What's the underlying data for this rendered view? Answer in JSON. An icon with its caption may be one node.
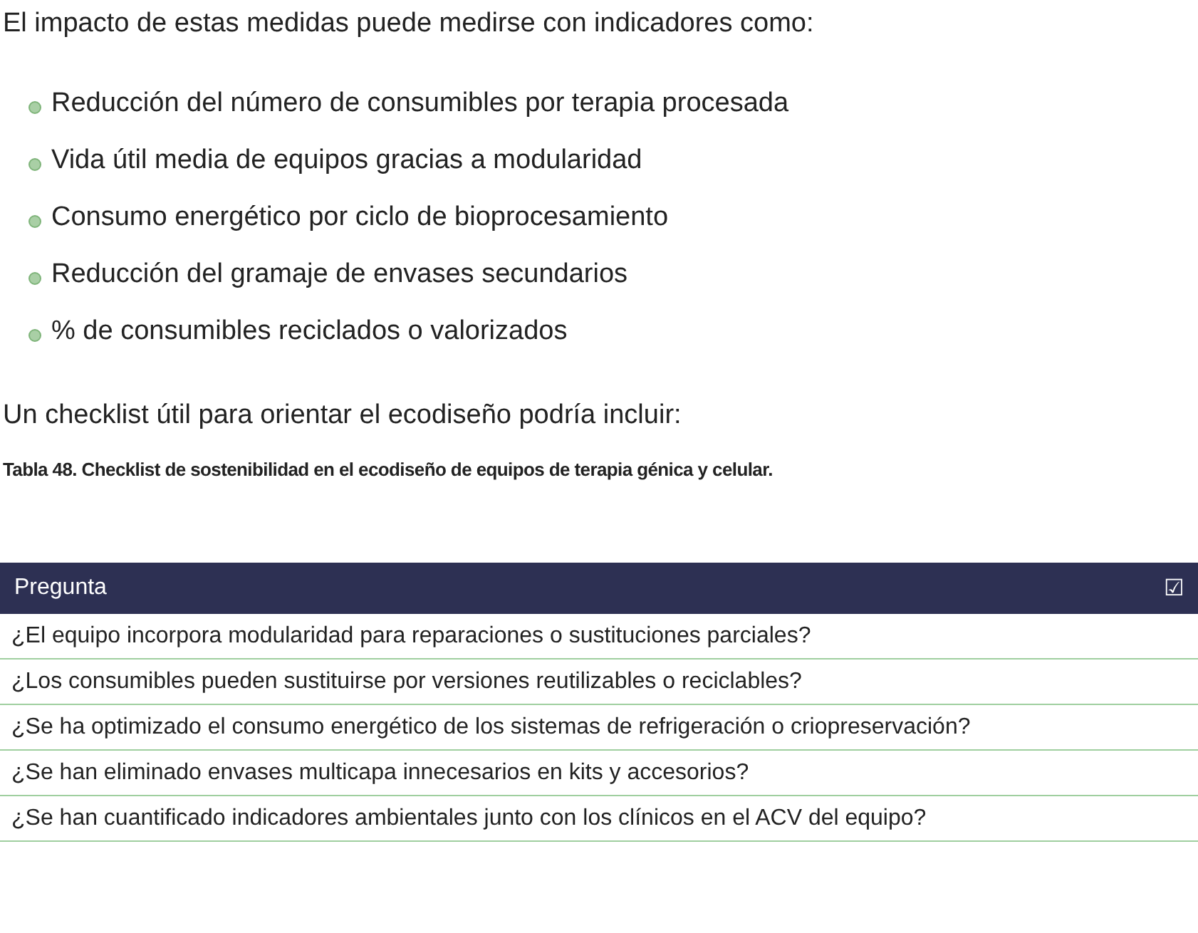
{
  "diagram": {
    "labels": [
      "El impacto de estas medidas puede medirse con indicadores como:",
      "Reducción del número de consumibles por terapia procesada",
      "Vida útil media de equipos gracias a modularidad",
      "Consumo energético por ciclo de bioprocesamiento",
      "Reducción del gramaje de envases secundarios",
      "% de consumibles reciclados o valorizados",
      "Un checklist útil para orientar el ecodiseño podría incluir:",
      "Tabla 48. Checklist de sostenibilidad en el ecodiseño de equipos de terapia génica y celular.",
      "Pregunta",
      "☑",
      "¿El equipo incorpora modularidad para reparaciones o sustituciones parciales?",
      "¿Los consumibles pueden sustituirse por versiones reutilizables o reciclables?",
      "¿Se ha optimizado el consumo energético de los sistemas de refrigeración o criopreservación?",
      "¿Se han eliminado envases multicapa innecesarios en kits y accesorios?",
      "¿Se han cuantificado indicadores ambientales junto con los clínicos en el ACV del equipo?"
    ]
  }
}
